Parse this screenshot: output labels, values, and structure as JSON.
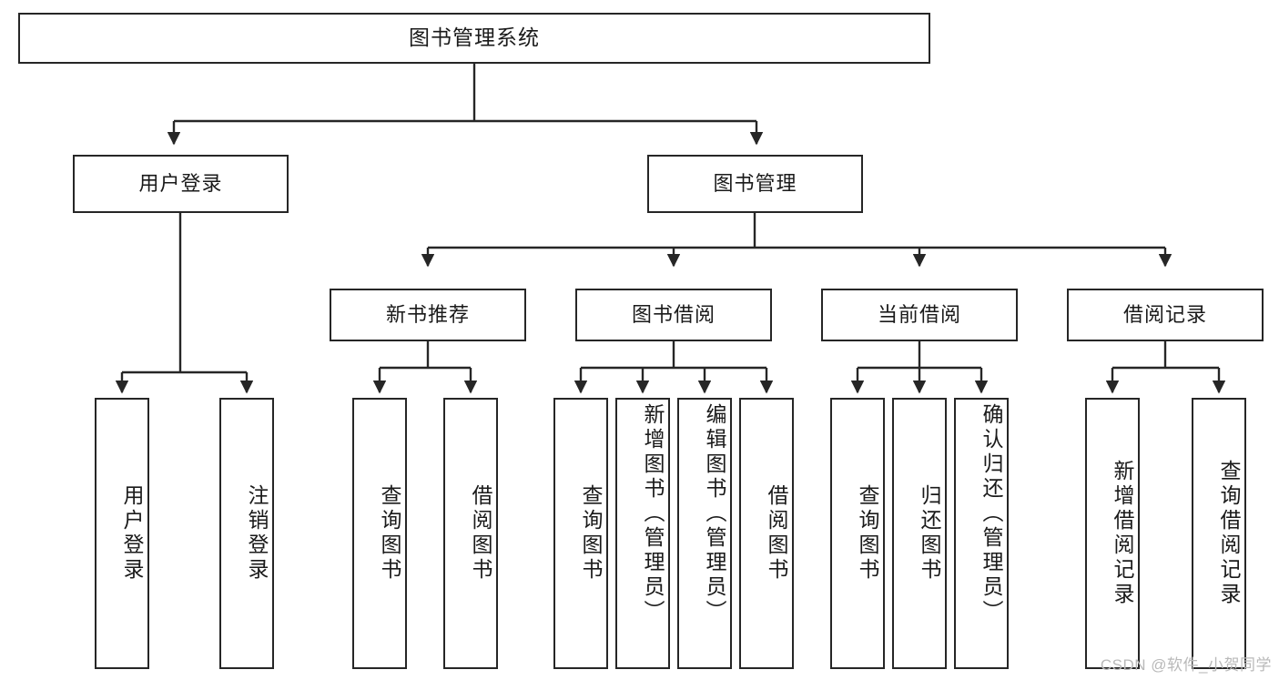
{
  "diagram": {
    "title": "图书管理系统",
    "type": "function-structure-tree",
    "stroke_color": "#262626",
    "text_color": "#1a1a1a",
    "background_color": "#ffffff"
  },
  "nodes": {
    "root": {
      "label": "图书管理系统"
    },
    "level2": [
      {
        "id": "user-login",
        "label": "用户登录"
      },
      {
        "id": "book-manage",
        "label": "图书管理"
      }
    ],
    "level3": [
      {
        "id": "new-book-recommend",
        "label": "新书推荐"
      },
      {
        "id": "book-borrow",
        "label": "图书借阅"
      },
      {
        "id": "current-borrow",
        "label": "当前借阅"
      },
      {
        "id": "borrow-record",
        "label": "借阅记录"
      }
    ],
    "leaves": {
      "user_login": [
        {
          "id": "leaf-user-login",
          "label": "用户登录"
        },
        {
          "id": "leaf-logout",
          "label": "注销登录"
        }
      ],
      "new_book_recommend": [
        {
          "id": "leaf-query-book-1",
          "label": "查询图书"
        },
        {
          "id": "leaf-borrow-book-1",
          "label": "借阅图书"
        }
      ],
      "book_borrow": [
        {
          "id": "leaf-query-book-2",
          "label": "查询图书"
        },
        {
          "id": "leaf-add-book",
          "label": "新增图书（管理员）"
        },
        {
          "id": "leaf-edit-book",
          "label": "编辑图书（管理员）"
        },
        {
          "id": "leaf-borrow-book-2",
          "label": "借阅图书"
        }
      ],
      "current_borrow": [
        {
          "id": "leaf-query-book-3",
          "label": "查询图书"
        },
        {
          "id": "leaf-return-book",
          "label": "归还图书"
        },
        {
          "id": "leaf-confirm-return",
          "label": "确认归还（管理员）"
        }
      ],
      "borrow_record": [
        {
          "id": "leaf-add-record",
          "label": "新增借阅记录"
        },
        {
          "id": "leaf-query-record",
          "label": "查询借阅记录"
        }
      ]
    }
  },
  "watermark": {
    "text": "CSDN @软件_小贺同学"
  }
}
